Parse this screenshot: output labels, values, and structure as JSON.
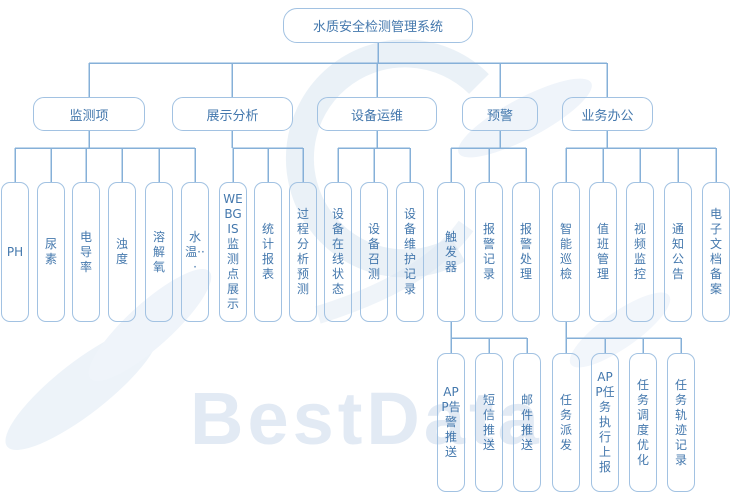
{
  "watermark": {
    "text": "BestData"
  },
  "colors": {
    "box_border": "#a2c2e2",
    "connector_line": "#86b0d8",
    "node_text": "#4478ad",
    "watermark_text": "#e2eaf4"
  },
  "tree": {
    "label": "水质安全检测管理系统",
    "children": [
      {
        "label": "监测项",
        "children": [
          {
            "label": "PH"
          },
          {
            "label": "尿素"
          },
          {
            "label": "电导率"
          },
          {
            "label": "浊度"
          },
          {
            "label": "溶解氧"
          },
          {
            "label": "水温···"
          }
        ]
      },
      {
        "label": "展示分析",
        "children": [
          {
            "label": "WEBGIS监测点展示"
          },
          {
            "label": "统计报表"
          },
          {
            "label": "过程分析预测"
          }
        ]
      },
      {
        "label": "设备运维",
        "children": [
          {
            "label": "设备在线状态"
          },
          {
            "label": "设备召测"
          },
          {
            "label": "设备维护记录"
          }
        ]
      },
      {
        "label": "预警",
        "children": [
          {
            "label": "触发器",
            "children": [
              {
                "label": "APP告警推送"
              },
              {
                "label": "短信推送"
              },
              {
                "label": "邮件推送"
              }
            ]
          },
          {
            "label": "报警记录"
          },
          {
            "label": "报警处理"
          }
        ]
      },
      {
        "label": "业务办公",
        "children": [
          {
            "label": "智能巡檢",
            "children": [
              {
                "label": "任务派发"
              },
              {
                "label": "APP任务执行上报"
              },
              {
                "label": "任务调度优化"
              },
              {
                "label": "任务轨迹记录"
              }
            ]
          },
          {
            "label": "值班管理"
          },
          {
            "label": "视频监控"
          },
          {
            "label": "通知公告"
          },
          {
            "label": "电子文档备案"
          }
        ]
      }
    ]
  }
}
